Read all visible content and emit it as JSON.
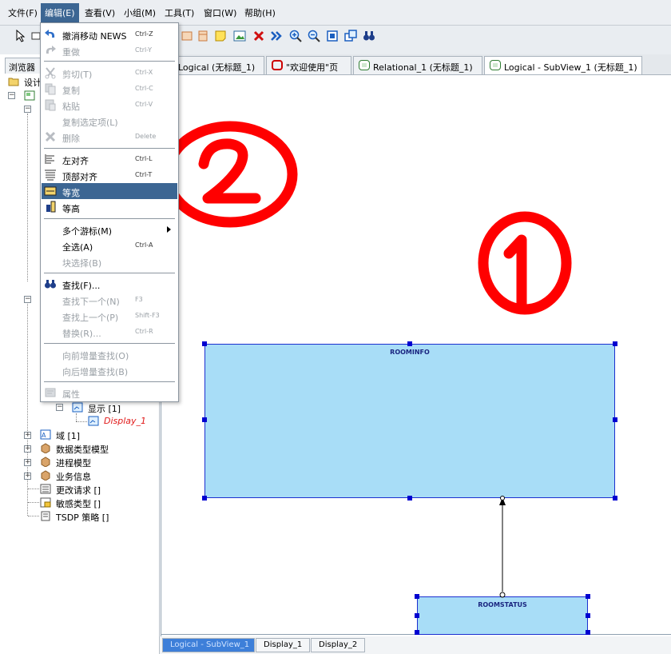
{
  "menubar": {
    "items": [
      "文件(F)",
      "编辑(E)",
      "查看(V)",
      "小组(M)",
      "工具(T)",
      "窗口(W)",
      "帮助(H)"
    ]
  },
  "tabs": [
    {
      "label": "Logical (无标题_1)"
    },
    {
      "label": "\"欢迎使用\"页"
    },
    {
      "label": "Relational_1 (无标题_1)"
    },
    {
      "label": "Logical - SubView_1 (无标题_1)"
    }
  ],
  "left_panel": {
    "tab_label": "浏览器",
    "design_label": "设计",
    "tree": [
      {
        "label": "显示 [1]"
      },
      {
        "label": "Display_1"
      },
      {
        "label": "域 [1]"
      },
      {
        "label": "数据类型模型"
      },
      {
        "label": "进程模型"
      },
      {
        "label": "业务信息"
      },
      {
        "label": "更改请求 []"
      },
      {
        "label": "敏感类型 []"
      },
      {
        "label": "TSDP 策略 []"
      }
    ]
  },
  "edit_menu": {
    "items": [
      {
        "label": "撤消移动 NEWS",
        "shortcut": "Ctrl-Z"
      },
      {
        "label": "重做",
        "shortcut": "Ctrl-Y"
      },
      {
        "label": "剪切(T)",
        "shortcut": "Ctrl-X"
      },
      {
        "label": "复制",
        "shortcut": "Ctrl-C"
      },
      {
        "label": "粘贴",
        "shortcut": "Ctrl-V"
      },
      {
        "label": "复制选定项(L)",
        "shortcut": ""
      },
      {
        "label": "删除",
        "shortcut": "Delete"
      },
      {
        "label": "左对齐",
        "shortcut": "Ctrl-L"
      },
      {
        "label": "顶部对齐",
        "shortcut": "Ctrl-T"
      },
      {
        "label": "等宽",
        "shortcut": ""
      },
      {
        "label": "等高",
        "shortcut": ""
      },
      {
        "label": "多个游标(M)",
        "shortcut": ""
      },
      {
        "label": "全选(A)",
        "shortcut": "Ctrl-A"
      },
      {
        "label": "块选择(B)",
        "shortcut": ""
      },
      {
        "label": "查找(F)...",
        "shortcut": ""
      },
      {
        "label": "查找下一个(N)",
        "shortcut": "F3"
      },
      {
        "label": "查找上一个(P)",
        "shortcut": "Shift-F3"
      },
      {
        "label": "替换(R)...",
        "shortcut": "Ctrl-R"
      },
      {
        "label": "向前增量查找(O)",
        "shortcut": ""
      },
      {
        "label": "向后增量查找(B)",
        "shortcut": ""
      },
      {
        "label": "属性",
        "shortcut": ""
      }
    ]
  },
  "canvas": {
    "entities": [
      {
        "name": "ROOMINFO"
      },
      {
        "name": "ROOMSTATUS"
      }
    ],
    "annotations": [
      "②",
      "①"
    ]
  },
  "bottom_tabs": [
    "Logical - SubView_1",
    "Display_1",
    "Display_2"
  ],
  "colors": {
    "menu_highlight": "#3c6693",
    "entity_fill": "#a8ddf7",
    "entity_border": "#1b2fcf",
    "annotation": "#ff0000",
    "handle": "#0000d0"
  }
}
